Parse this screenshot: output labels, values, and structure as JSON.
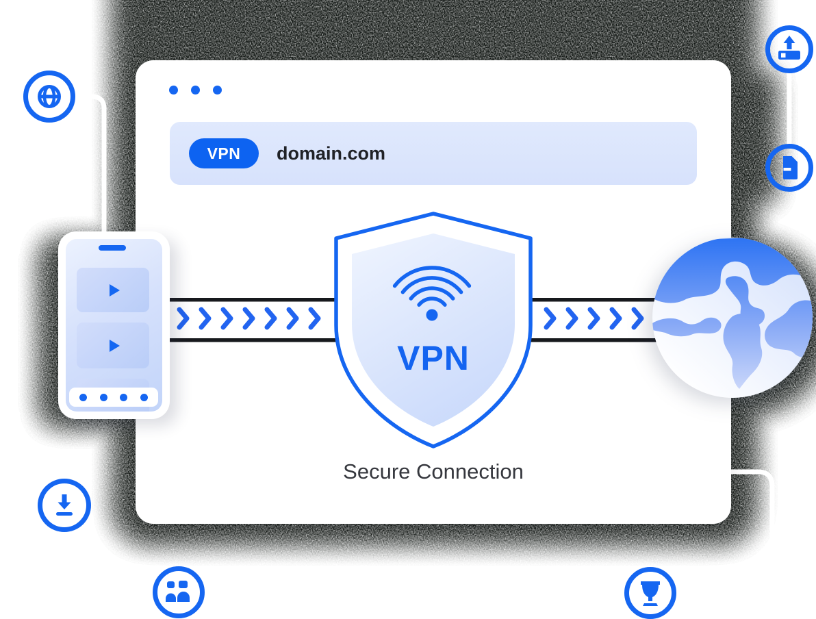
{
  "browser": {
    "window_dots": 3,
    "url_badge": "VPN",
    "url": "domain.com"
  },
  "shield": {
    "label": "VPN",
    "caption": "Secure Connection",
    "icon": "wifi-icon"
  },
  "device": {
    "name": "smartphone-mockup",
    "play_icon": "play-icon",
    "nav_dots": 4
  },
  "flow": {
    "direction": "right",
    "left_chevrons": 7,
    "right_chevrons": 5
  },
  "globe": {
    "name": "internet-globe-illustration"
  },
  "satellites": [
    {
      "name": "web-globe-icon"
    },
    {
      "name": "upload-icon"
    },
    {
      "name": "document-icon"
    },
    {
      "name": "download-icon"
    },
    {
      "name": "users-icon"
    },
    {
      "name": "trophy-icon"
    }
  ],
  "colors": {
    "accent": "#1566F1",
    "pill_blue": "#0D63F1",
    "address_bar": "#DCE6FC",
    "dark_line": "#17191D",
    "shield_fill_top": "#EBF1FE",
    "shield_fill_bottom": "#C9D9FB",
    "globe_land_top": "#2E74F3",
    "globe_land_bottom": "#CCD8FA",
    "grain_shadow": "#14181A",
    "connector": "#FFFFFF",
    "caption_text": "#35373D",
    "url_text": "#202227"
  }
}
